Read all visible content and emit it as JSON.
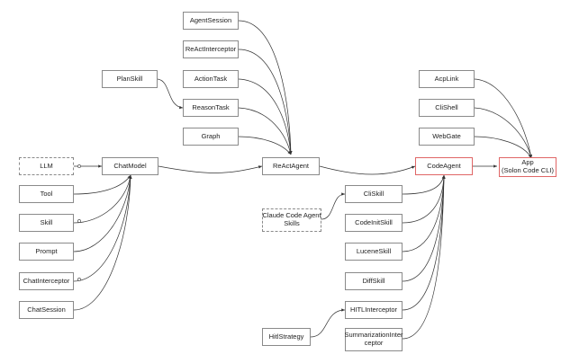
{
  "diagram": {
    "nodes": {
      "agent_session": "AgentSession",
      "react_interceptor": "ReActInterceptor",
      "action_task": "ActionTask",
      "reason_task": "ReasonTask",
      "graph": "Graph",
      "plan_skill": "PlanSkill",
      "react_agent": "ReActAgent",
      "llm": "LLM",
      "chat_model": "ChatModel",
      "tool": "Tool",
      "skill": "Skill",
      "prompt": "Prompt",
      "chat_interceptor": "ChatInterceptor",
      "chat_session": "ChatSession",
      "claude_code_agent_skills_line1": "Claude Code Agent",
      "claude_code_agent_skills_line2": "Skills",
      "acp_link": "AcpLink",
      "cli_shell": "CliShell",
      "web_gate": "WebGate",
      "code_agent": "CodeAgent",
      "app_line1": "App",
      "app_line2": "(Solon Code CLI)",
      "cli_skill": "CliSkill",
      "code_init_skill": "CodeInitSkill",
      "lucene_skill": "LuceneSkill",
      "diff_skill": "DiffSkill",
      "hitl_interceptor": "HITLInterceptor",
      "hitl_strategy": "HitlStrategy",
      "summarization_interceptor_line1": "SummarizationInter",
      "summarization_interceptor_line2": "ceptor"
    },
    "colors": {
      "node_border": "#8a8a8a",
      "highlight_border": "#e06666",
      "edge": "#333333",
      "text": "#222222"
    }
  }
}
